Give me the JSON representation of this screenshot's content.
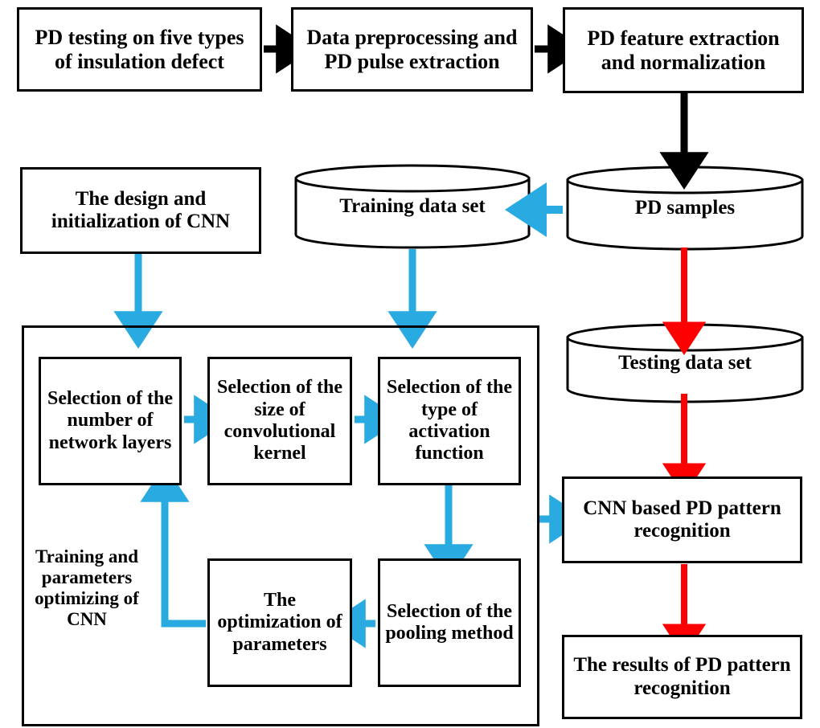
{
  "diagram": {
    "title": "CNN based partial discharge pattern recognition flowchart",
    "colors": {
      "black": "#000000",
      "blue_arrow": "#29ABE2",
      "red_arrow": "#FF0000",
      "box_fill": "#FFFFFF"
    },
    "nodes": {
      "pd_testing": "PD testing on five types of insulation defect",
      "data_preprocessing": "Data preprocessing and PD pulse extraction",
      "feature_extraction": "PD feature extraction and normalization",
      "design_init_cnn": "The design and initialization of CNN",
      "training_data_set": "Training data set",
      "pd_samples": "PD samples",
      "testing_data_set": "Testing data set",
      "sel_num_layers": "Selection of the number of network layers",
      "sel_kernel_size": "Selection of the size of convolutional kernel",
      "sel_activation": "Selection of the type of activation function",
      "sel_pooling": "Selection of the pooling method",
      "optimization_params": "The optimization of parameters",
      "training_label": "Training and parameters optimizing of CNN",
      "cnn_recognition": "CNN based PD pattern recognition",
      "results": "The results of PD pattern recognition"
    }
  }
}
